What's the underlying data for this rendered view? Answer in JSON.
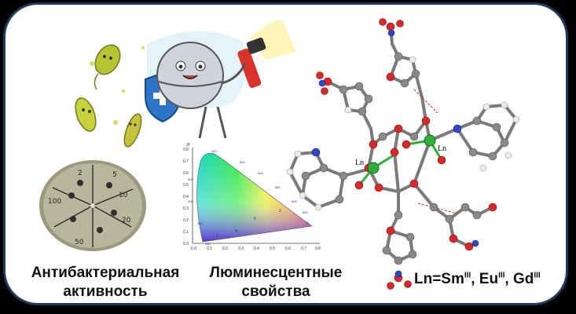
{
  "labels": {
    "antibacterial_line1": "Антибактериальная",
    "antibacterial_line2": "активность",
    "luminescence_line1": "Люминесцентные",
    "luminescence_line2": "свойства",
    "ln_prefix": "Ln=Sm",
    "ln_sm_sup": "III",
    "ln_sep1": ", Eu",
    "ln_eu_sup": "III",
    "ln_sep2": ", Gd",
    "ln_gd_sup": "III"
  },
  "molecule": {
    "metal_label_1": "Ln",
    "metal_label_2": "Ln"
  },
  "plate": {
    "markings": [
      "2",
      "5",
      "10",
      "20",
      "50",
      "100"
    ]
  },
  "cie_diagram": {
    "x_ticks": [
      "0.0",
      "0.1",
      "0.2",
      "0.3",
      "0.4",
      "0.5",
      "0.6",
      "0.7",
      "0.8"
    ],
    "y_ticks": [
      "0.0",
      "0.1",
      "0.2",
      "0.3",
      "0.4",
      "0.5",
      "0.6",
      "0.7",
      "0.8"
    ],
    "top_label": "3f",
    "wavelengths": [
      "520",
      "500",
      "490",
      "480",
      "540",
      "560",
      "580",
      "600",
      "620",
      "380"
    ],
    "points": [
      "1",
      "2",
      "3",
      "4",
      "5"
    ]
  },
  "colors": {
    "frame": "#1d3a5f",
    "metal": "#2fae3a",
    "oxygen": "#d42a2a",
    "nitrogen": "#2f47c9",
    "carbon": "#8a8a8a",
    "hydrogen": "#e8e8e8"
  }
}
